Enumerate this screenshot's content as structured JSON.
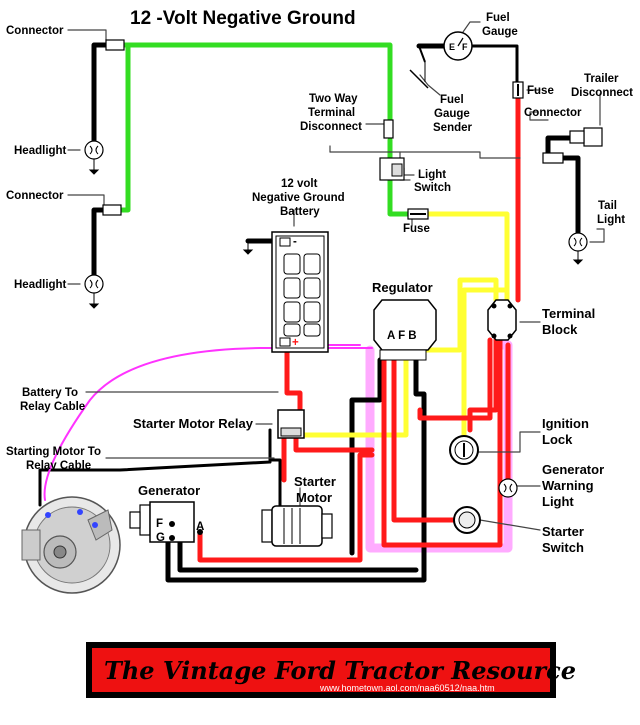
{
  "title": "12 -Volt Negative Ground",
  "labels": {
    "connector_top": "Connector",
    "connector_mid": "Connector",
    "headlight_top": "Headlight",
    "headlight_bottom": "Headlight",
    "fuel_gauge": [
      "Fuel",
      "Gauge"
    ],
    "fuel_gauge_sender": [
      "Fuel",
      "Gauge",
      "Sender"
    ],
    "fuse_top": "Fuse",
    "fuse_mid": "Fuse",
    "trailer_disconnect": [
      "Trailer",
      "Disconnect"
    ],
    "connector_right": "Connector",
    "two_way_terminal": [
      "Two Way",
      "Terminal",
      "Disconnect"
    ],
    "light_switch": [
      "Light",
      "Switch"
    ],
    "tail_light": [
      "Tail",
      "Light"
    ],
    "battery": [
      "12 volt",
      "Negative Ground",
      "Battery"
    ],
    "regulator": "Regulator",
    "regulator_terminals": "A F B",
    "terminal_block": [
      "Terminal",
      "Block"
    ],
    "battery_to_relay": [
      "Battery To",
      "Relay Cable"
    ],
    "starter_motor_relay": "Starter Motor Relay",
    "starting_motor_to_relay": [
      "Starting Motor To",
      "Relay Cable"
    ],
    "ignition_lock": [
      "Ignition",
      "Lock"
    ],
    "generator_warning_light": [
      "Generator",
      "Warning",
      "Light"
    ],
    "generator": "Generator",
    "generator_terminals": [
      "F",
      "G",
      "A"
    ],
    "starter_motor": [
      "Starter",
      "Motor"
    ],
    "starter_switch": [
      "Starter",
      "Switch"
    ],
    "battery_minus": "-",
    "battery_plus": "+"
  },
  "banner": {
    "text": "The Vintage Ford Tractor Resource",
    "url": "www.hometown.aol.com/naa60512/naa.htm"
  },
  "colors": {
    "wire_black": "#000000",
    "wire_red": "#ff1a1a",
    "wire_yellow": "#ffff33",
    "wire_green": "#33dd22",
    "wire_pink": "#ff33ff",
    "banner_red": "#ee1111"
  }
}
